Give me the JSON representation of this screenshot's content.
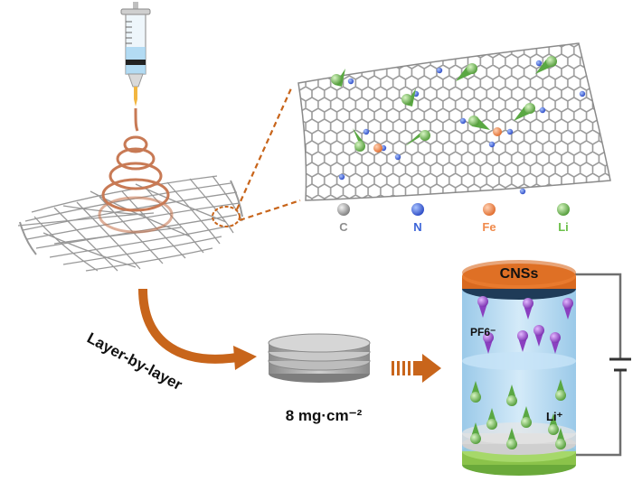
{
  "legend": {
    "items": [
      {
        "symbol": "C",
        "color": "#8e8e8e"
      },
      {
        "symbol": "N",
        "color": "#3a63d8"
      },
      {
        "symbol": "Fe",
        "color": "#f08a4b"
      },
      {
        "symbol": "Li",
        "color": "#6cc04a"
      }
    ]
  },
  "labels": {
    "process": "Layer-by-layer",
    "loading": "8 mg·cm⁻²",
    "electrode": "CNSs",
    "anion": "PF6⁻",
    "cation": "Li⁺"
  },
  "colors": {
    "copper_wire": "#c87a55",
    "arrow_orange": "#c8651b",
    "electrolyte": "#a9d3ef",
    "anion_purple": "#8a3fc0",
    "li_green": "#5aa843",
    "top_cap": "#d9691f",
    "bottom_cap": "#8bc34a"
  }
}
